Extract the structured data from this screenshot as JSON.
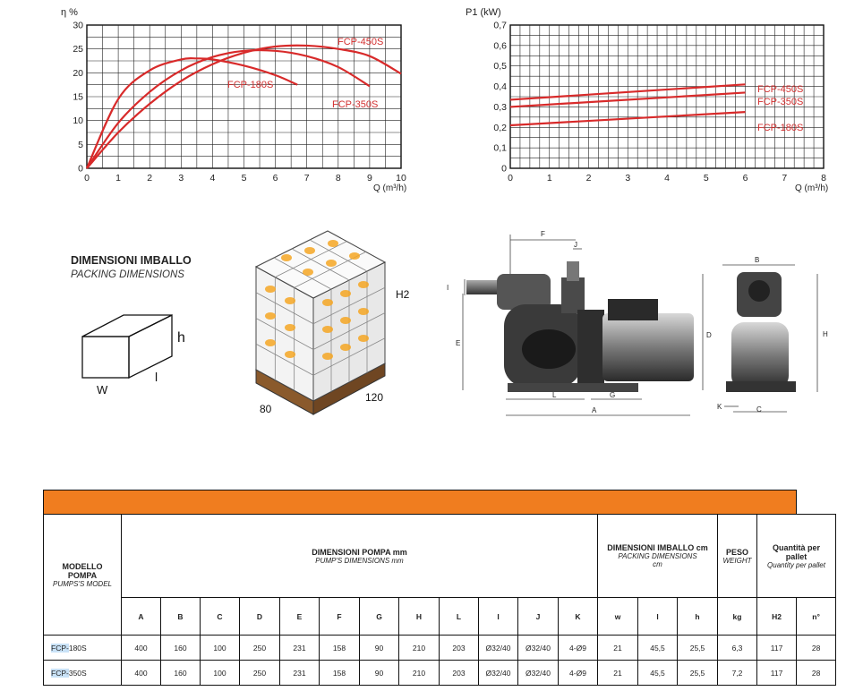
{
  "chart_eta": {
    "ylabel": "η %",
    "xlabel": "Q (m³/h)",
    "y_ticks": [
      "0",
      "5",
      "10",
      "15",
      "20",
      "25",
      "30"
    ],
    "x_ticks": [
      "0",
      "1",
      "2",
      "3",
      "4",
      "5",
      "6",
      "7",
      "8",
      "9",
      "10"
    ],
    "labels": [
      "FCP-450S",
      "FCP-180S",
      "FCP-350S"
    ]
  },
  "chart_power": {
    "ylabel": "P1 (kW)",
    "xlabel": "Q (m³/h)",
    "y_ticks": [
      "0",
      "0,1",
      "0,2",
      "0,3",
      "0,4",
      "0,5",
      "0,6",
      "0,7"
    ],
    "x_ticks": [
      "0",
      "1",
      "2",
      "3",
      "4",
      "5",
      "6",
      "7",
      "8"
    ],
    "labels": [
      "FCP-450S",
      "FCP-350S",
      "FCP-180S"
    ]
  },
  "chart_data": [
    {
      "type": "line",
      "ylabel": "η %",
      "xlabel": "Q (m³/h)",
      "xlim": [
        0,
        10
      ],
      "ylim": [
        0,
        30
      ],
      "series": [
        {
          "name": "FCP-180S",
          "x": [
            0,
            1,
            2,
            3,
            3.5,
            4,
            5,
            6,
            6.7
          ],
          "y": [
            0,
            14.5,
            20.5,
            22.8,
            23,
            22.8,
            21.5,
            19.5,
            17.5
          ]
        },
        {
          "name": "FCP-350S",
          "x": [
            0,
            1,
            2,
            3,
            4,
            5,
            6,
            7,
            8,
            9
          ],
          "y": [
            0,
            9.5,
            16,
            20.5,
            23.3,
            24.6,
            24.6,
            23.5,
            21.2,
            17.2
          ]
        },
        {
          "name": "FCP-450S",
          "x": [
            0,
            1,
            2,
            3,
            4,
            5,
            6,
            7,
            8,
            9,
            10
          ],
          "y": [
            0,
            7.5,
            13.5,
            18.3,
            21.8,
            24.2,
            25.5,
            25.7,
            25,
            23.5,
            19.8
          ]
        }
      ]
    },
    {
      "type": "line",
      "ylabel": "P1 (kW)",
      "xlabel": "Q (m³/h)",
      "xlim": [
        0,
        8
      ],
      "ylim": [
        0,
        0.7
      ],
      "series": [
        {
          "name": "FCP-450S",
          "x": [
            0,
            6
          ],
          "y": [
            0.335,
            0.41
          ]
        },
        {
          "name": "FCP-350S",
          "x": [
            0,
            6
          ],
          "y": [
            0.3,
            0.37
          ]
        },
        {
          "name": "FCP-180S",
          "x": [
            0,
            6
          ],
          "y": [
            0.21,
            0.275
          ]
        }
      ]
    }
  ],
  "packing": {
    "title": "DIMENSIONI IMBALLO",
    "subtitle": "PACKING DIMENSIONS",
    "box_labels": {
      "h": "h",
      "w": "W",
      "l": "l"
    },
    "pallet_labels": {
      "h2": "H2",
      "d1": "80",
      "d2": "120"
    }
  },
  "pump_drawing": {
    "labels": [
      "F",
      "J",
      "I",
      "E",
      "D",
      "L",
      "G",
      "A",
      "B",
      "H",
      "K",
      "C"
    ]
  },
  "table": {
    "model_header": "MODELLO POMPA",
    "model_header_en": "PUMPS'S MODEL",
    "pump_dim_header": "DIMENSIONI POMPA mm",
    "pump_dim_header_en": "PUMP'S DIMENSIONS mm",
    "pack_header": "DIMENSIONI IMBALLO cm",
    "pack_header_en": "PACKING DIMENSIONS cm",
    "peso_header": "PESO",
    "peso_header_en": "WEIGHT",
    "qty_header": "Quantità per pallet",
    "qty_header_en": "Quantity per pallet",
    "letters": [
      "A",
      "B",
      "C",
      "D",
      "E",
      "F",
      "G",
      "H",
      "L",
      "I",
      "J",
      "K",
      "w",
      "l",
      "h",
      "kg",
      "H2",
      "n°"
    ],
    "rows": [
      {
        "model_prefix": "FCP-",
        "model_suffix": "180S",
        "cells": [
          "400",
          "160",
          "100",
          "250",
          "231",
          "158",
          "90",
          "210",
          "203",
          "Ø32/40",
          "Ø32/40",
          "4-Ø9",
          "21",
          "45,5",
          "25,5",
          "6,3",
          "117",
          "28"
        ]
      },
      {
        "model_prefix": "FCP-",
        "model_suffix": "350S",
        "cells": [
          "400",
          "160",
          "100",
          "250",
          "231",
          "158",
          "90",
          "210",
          "203",
          "Ø32/40",
          "Ø32/40",
          "4-Ø9",
          "21",
          "45,5",
          "25,5",
          "7,2",
          "117",
          "28"
        ]
      }
    ]
  }
}
